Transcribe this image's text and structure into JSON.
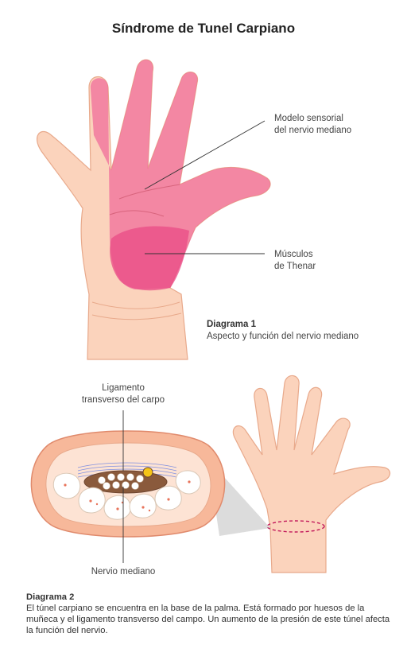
{
  "title": "Síndrome de Tunel Carpiano",
  "diagram1": {
    "callouts": {
      "sensory_line1": "Modelo sensorial",
      "sensory_line2": "del nervio mediano",
      "thenar_line1": "Músculos",
      "thenar_line2": "de Thenar"
    },
    "heading": "Diagrama 1",
    "caption": "Aspecto y función del nervio mediano"
  },
  "diagram2": {
    "callouts": {
      "ligament_line1": "Ligamento",
      "ligament_line2": "transverso del carpo",
      "nerve": "Nervio mediano"
    },
    "heading": "Diagrama 2",
    "description": "El túnel carpiano se encuentra en la base de la palma. Está formado por huesos de la muñeca y el ligamento transverso del campo. Un aumento de la presión de este túnel afecta la función del nervio."
  },
  "colors": {
    "skin": "#fbd3bc",
    "skin_outline": "#e8a98b",
    "nerve_area": "#f06a9a",
    "thenar_area": "#e94b86",
    "ligament": "#7f8fe0",
    "marker": "#c2185b"
  }
}
